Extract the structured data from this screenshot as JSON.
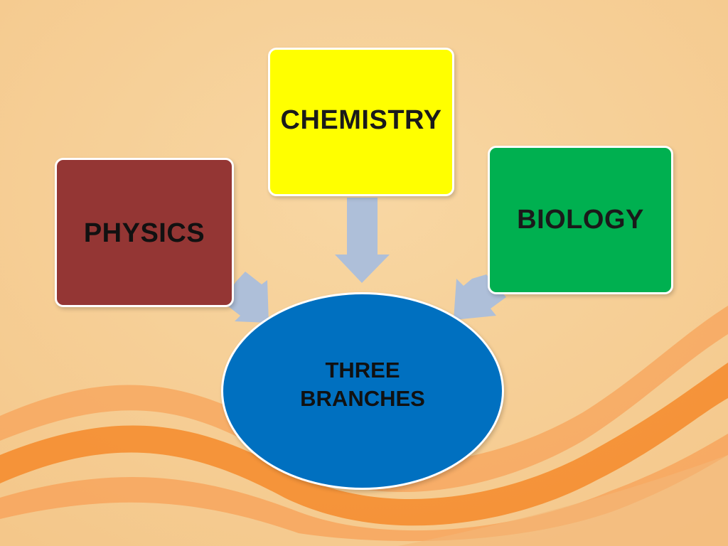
{
  "diagram": {
    "center": {
      "line1": "THREE",
      "line2": "BRANCHES"
    },
    "branches": {
      "physics": {
        "label": "PHYSICS"
      },
      "chemistry": {
        "label": "CHEMISTRY"
      },
      "biology": {
        "label": "BIOLOGY"
      }
    }
  },
  "colors": {
    "background": "#f5c98a",
    "wave": "#f5892a",
    "physics": "#943634",
    "chemistry": "#ffff00",
    "biology": "#00b050",
    "center": "#0070c0",
    "arrow": "#aebfd9"
  }
}
